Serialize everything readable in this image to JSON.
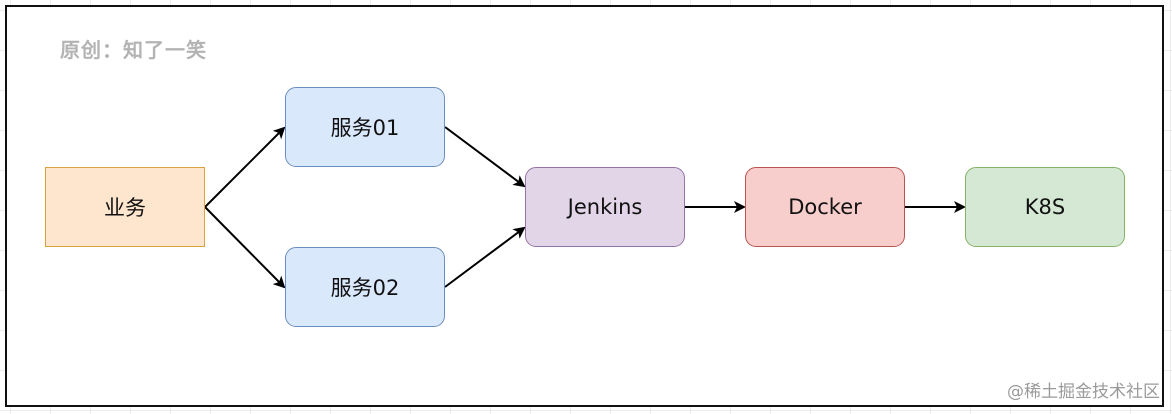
{
  "author_note": "原创：知了一笑",
  "watermark": "@稀土掘金技术社区",
  "nodes": {
    "business": "业务",
    "service01": "服务01",
    "service02": "服务02",
    "jenkins": "Jenkins",
    "docker": "Docker",
    "k8s": "K8S"
  },
  "colors": {
    "business_fill": "#fde6cd",
    "business_stroke": "#d9a33f",
    "service_fill": "#dae8fc",
    "service_stroke": "#6c8ebf",
    "jenkins_fill": "#e1d5e7",
    "jenkins_stroke": "#9673a6",
    "docker_fill": "#f8cecc",
    "docker_stroke": "#b85450",
    "k8s_fill": "#d5e8d4",
    "k8s_stroke": "#82b366"
  },
  "edges": [
    {
      "from": "business",
      "to": "service01"
    },
    {
      "from": "business",
      "to": "service02"
    },
    {
      "from": "service01",
      "to": "jenkins"
    },
    {
      "from": "service02",
      "to": "jenkins"
    },
    {
      "from": "jenkins",
      "to": "docker"
    },
    {
      "from": "docker",
      "to": "k8s"
    }
  ]
}
